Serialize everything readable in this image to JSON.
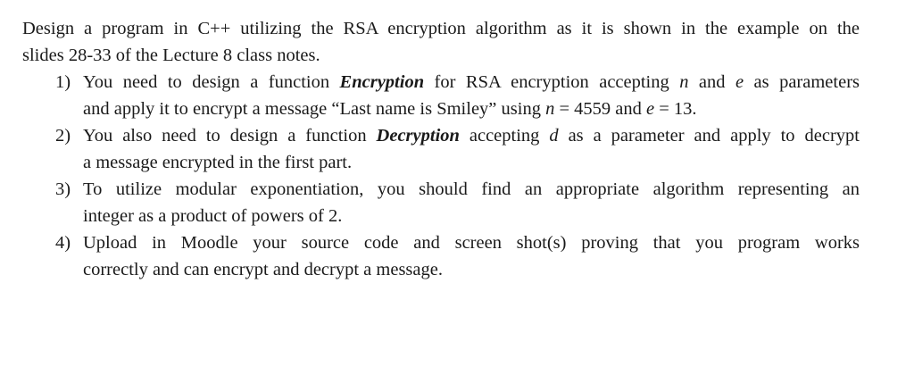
{
  "document": {
    "intro": {
      "line1": "Design a program in C++ utilizing the RSA encryption algorithm as it is shown in the example on the",
      "line2": "slides 28-33 of the Lecture 8 class notes."
    },
    "items": [
      {
        "number": "1)",
        "l1_pre": "You need to design a function ",
        "l1_func": "Encryption",
        "l1_mid": " for RSA encryption accepting ",
        "l1_var1": "n",
        "l1_and": " and ",
        "l1_var2": "e",
        "l1_post": " as parameters",
        "l2_pre": "and apply it to encrypt a message “Last name is Smiley” using ",
        "l2_var1": "n",
        "l2_mid": " = 4559 and ",
        "l2_var2": "e",
        "l2_post": " = 13."
      },
      {
        "number": "2)",
        "l1_pre": "You also need to design a function ",
        "l1_func": "Decryption",
        "l1_mid": " accepting ",
        "l1_var1": "d",
        "l1_post": " as a parameter and apply to decrypt",
        "l2": "a message encrypted in the first part."
      },
      {
        "number": "3)",
        "l1": "To utilize modular exponentiation, you should find an appropriate algorithm representing an",
        "l2": "integer as a product of powers of 2."
      },
      {
        "number": "4)",
        "l1": "Upload in Moodle your source code and screen shot(s) proving that you program works",
        "l2": "correctly and can encrypt and decrypt a message."
      }
    ]
  }
}
